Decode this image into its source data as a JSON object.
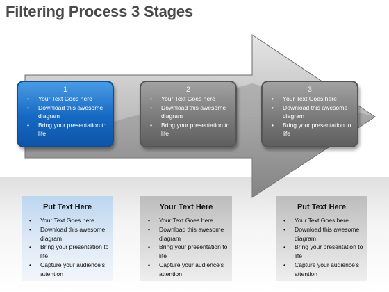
{
  "title": "Filtering Process 3 Stages",
  "stages": [
    {
      "number": "1",
      "bullets": [
        "Your Text Goes here",
        "Download this awesome diagram",
        "Bring your presentation to life"
      ]
    },
    {
      "number": "2",
      "bullets": [
        "Your Text Goes here",
        "Download this awesome diagram",
        "Bring your presentation to life"
      ]
    },
    {
      "number": "3",
      "bullets": [
        "Your Text Goes here",
        "Download this awesome diagram",
        "Bring your presentation to life"
      ]
    }
  ],
  "cards": [
    {
      "heading": "Put Text Here",
      "bullets": [
        "Your Text Goes here",
        "Download this awesome diagram",
        "Bring your presentation to life",
        "Capture your audience’s attention"
      ]
    },
    {
      "heading": "Your Text Here",
      "bullets": [
        "Your Text Goes here",
        "Download this awesome diagram",
        "Bring your presentation to life",
        "Capture your audience’s attention"
      ]
    },
    {
      "heading": "Put Text Here",
      "bullets": [
        "Your Text Goes here",
        "Download this awesome diagram",
        "Bring your presentation to life",
        "Capture your audience’s attention"
      ]
    }
  ],
  "colors": {
    "accent_blue": "#1568c2",
    "stage_gray": "#7a7a7a",
    "arrow_gray": "#9a9a9a"
  }
}
